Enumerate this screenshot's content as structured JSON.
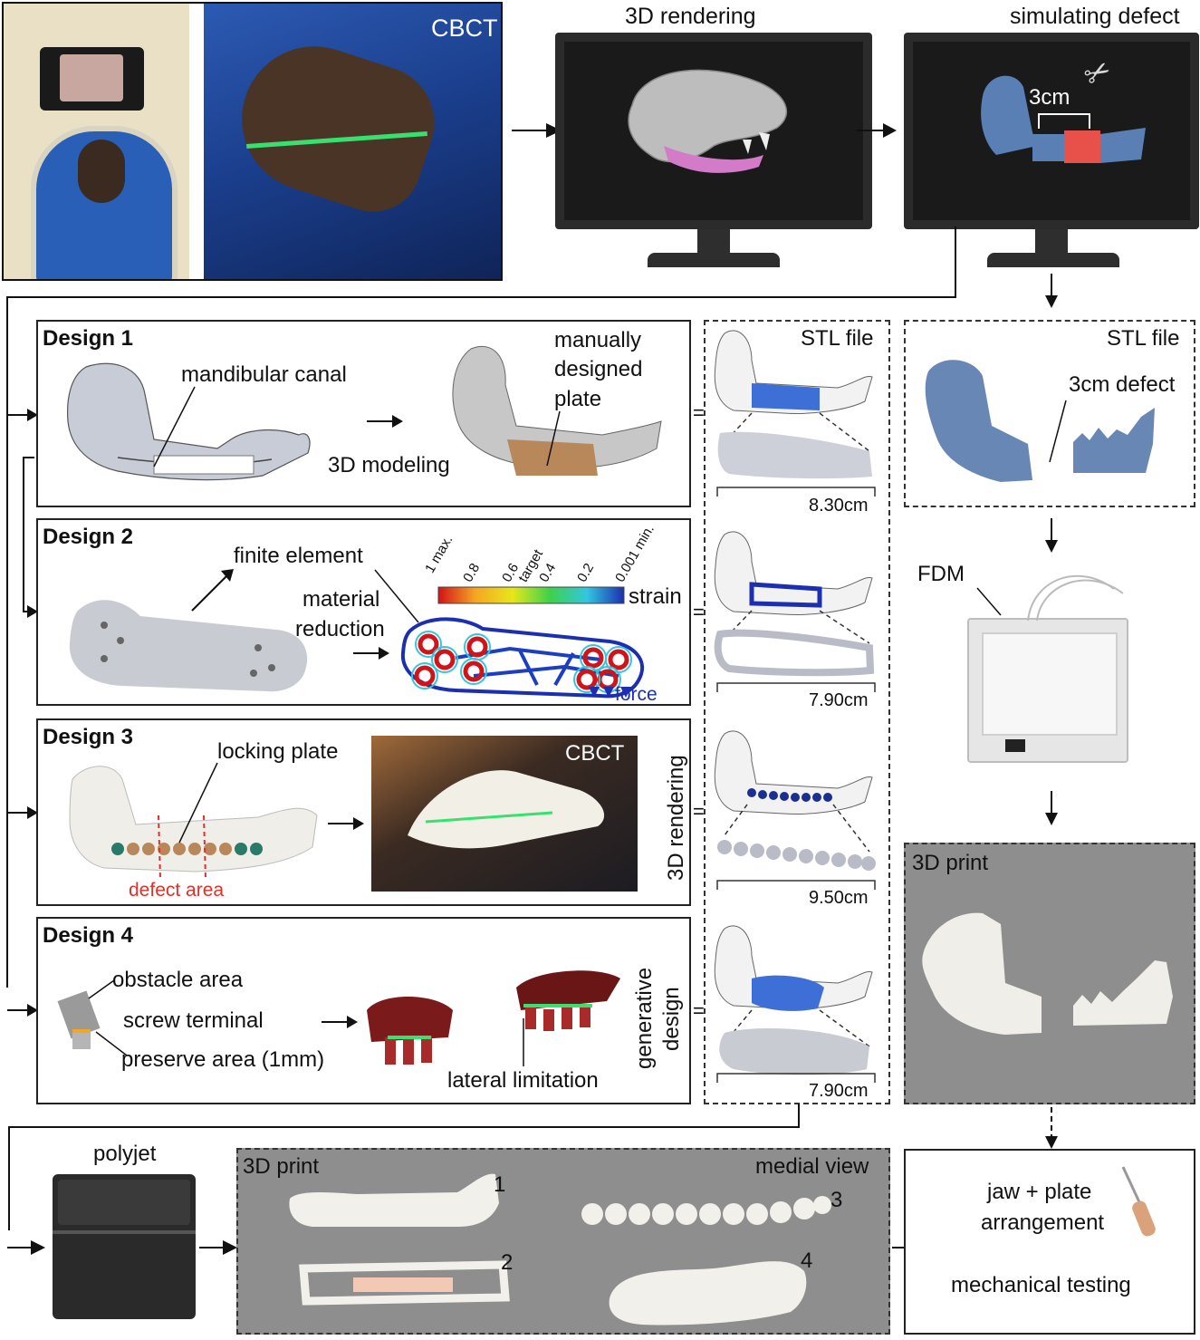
{
  "colors": {
    "defect_red": "#e8514a",
    "mesh_blue": "#5a7fb5",
    "plate_blue": "#3d6fd6",
    "plate_tan": "#b8875a",
    "print_gray": "#8e8e8e",
    "bone_white": "#efeee8",
    "monitor_dark": "#2b2b2b"
  },
  "top": {
    "cbct_label": "CBCT",
    "rendering_label": "3D rendering",
    "defect_label": "simulating defect",
    "defect_size": "3cm"
  },
  "design1": {
    "title": "Design 1",
    "canal": "mandibular canal",
    "modeling": "3D modeling",
    "plate_l1": "manually",
    "plate_l2": "designed",
    "plate_l3": "plate"
  },
  "design2": {
    "title": "Design 2",
    "fe": "finite element",
    "mr_l1": "material",
    "mr_l2": "reduction",
    "strain": "strain",
    "force": "force",
    "ticks": [
      "1 max.",
      "0.8",
      "0.6",
      "target",
      "0.4",
      "0.2",
      "0.001 min."
    ]
  },
  "design3": {
    "title": "Design 3",
    "locking": "locking plate",
    "defect_area": "defect area",
    "cbct": "CBCT",
    "side": "3D rendering"
  },
  "design4": {
    "title": "Design 4",
    "obstacle": "obstacle area",
    "screw": "screw terminal",
    "preserve": "preserve area (1mm)",
    "lateral": "lateral limitation",
    "side_l1": "generative",
    "side_l2": "design"
  },
  "stl_column": {
    "title": "STL file",
    "lengths": [
      "8.30cm",
      "7.90cm",
      "9.50cm",
      "7.90cm"
    ]
  },
  "stl_right": {
    "title": "STL file",
    "defect": "3cm defect"
  },
  "fdm": {
    "label": "FDM"
  },
  "print_right": {
    "label": "3D print"
  },
  "bottom": {
    "polyjet": "polyjet",
    "print_label": "3D print",
    "medial": "medial view",
    "nums": [
      "1",
      "2",
      "3",
      "4"
    ],
    "result_l1": "jaw + plate",
    "result_l2": "arrangement",
    "testing": "mechanical testing"
  }
}
